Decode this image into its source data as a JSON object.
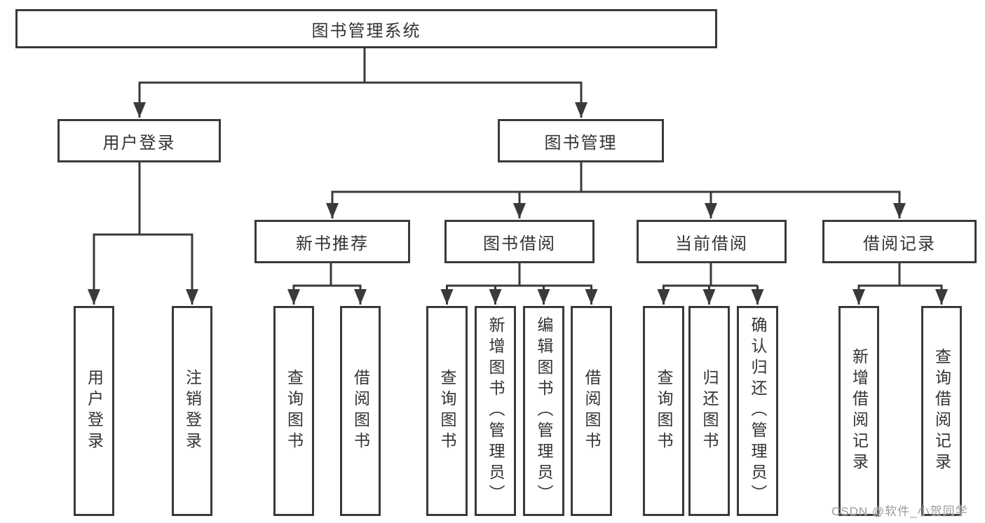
{
  "diagram": {
    "root_label": "图书管理系统",
    "level2": {
      "user_login": "用户登录",
      "book_mgmt": "图书管理"
    },
    "level3": {
      "new_books": "新书推荐",
      "book_borrow": "图书借阅",
      "current_borrow": "当前借阅",
      "borrow_records": "借阅记录"
    },
    "leaves": {
      "user_login": [
        "用户登录",
        "注销登录"
      ],
      "new_books": [
        "查询图书",
        "借阅图书"
      ],
      "book_borrow": [
        "查询图书",
        "新增图书（管理员）",
        "编辑图书（管理员）",
        "借阅图书"
      ],
      "current_borrow": [
        "查询图书",
        "归还图书",
        "确认归还（管理员）"
      ],
      "borrow_records": [
        "新增借阅记录",
        "查询借阅记录"
      ]
    }
  },
  "watermark": {
    "text": "CSDN @软件_小贺同学"
  },
  "colors": {
    "line": "#3a3a3a",
    "text": "#333333",
    "watermark": "#9b9b9b",
    "background": "#ffffff"
  }
}
